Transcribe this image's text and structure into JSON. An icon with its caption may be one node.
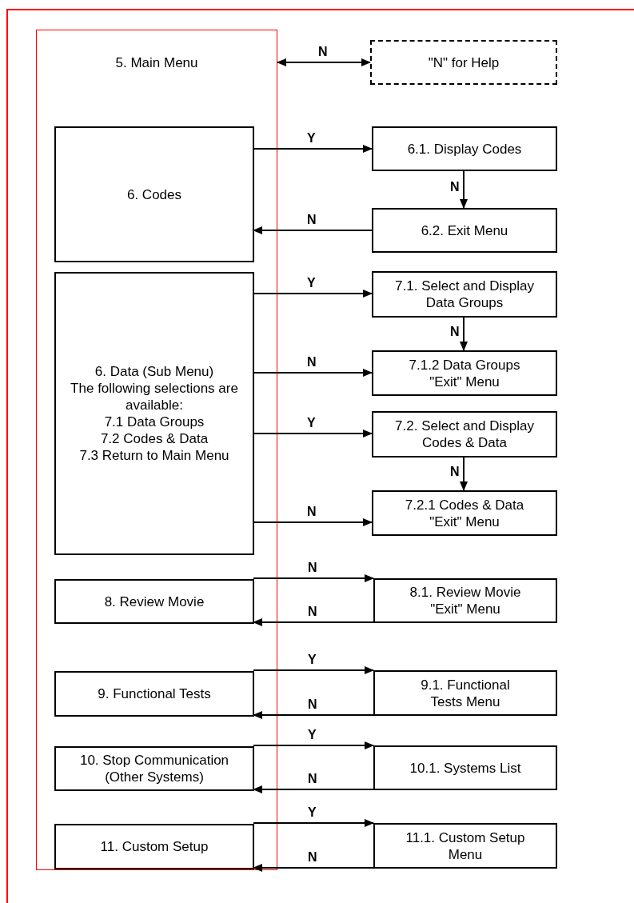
{
  "diagram": {
    "nodes": [
      {
        "text": [
          "5. Main Menu"
        ]
      },
      {
        "text": [
          "\"N\" for Help"
        ]
      },
      {
        "text": [
          "6. Codes"
        ],
        "in": 0
      },
      {
        "text": [
          "6.1. Display Codes"
        ]
      },
      {
        "text": [
          "6.2. Exit Menu"
        ]
      },
      {
        "text": [
          "6. Data (Sub Menu)",
          "The following selections are available:",
          "7.1 Data Groups",
          "7.2 Codes & Data",
          "7.3 Return to Main Menu"
        ],
        "in": 0
      },
      {
        "text": [
          "7.1. Select and Display Data Groups"
        ]
      },
      {
        "text": [
          "7.1.2 Data Groups \"Exit\" Menu"
        ]
      },
      {
        "text": [
          "7.2. Select and Display Codes & Data"
        ]
      },
      {
        "text": [
          "7.2.1 Codes & Data \"Exit\" Menu"
        ]
      },
      {
        "text": [
          "8. Review Movie"
        ],
        "in": 0
      },
      {
        "text": [
          "8.1. Review Movie \"Exit\" Menu"
        ]
      },
      {
        "text": [
          "9. Functional Tests"
        ],
        "in": 0
      },
      {
        "text": [
          "9.1. Functional Tests Menu"
        ]
      },
      {
        "text": [
          "10. Stop Communication (Other Systems)"
        ],
        "in": 0
      },
      {
        "text": [
          "10.1. Systems List"
        ]
      },
      {
        "text": [
          "11. Custom Setup"
        ],
        "in": 0
      },
      {
        "text": [
          "11.1. Custom Setup Menu"
        ]
      }
    ],
    "edges": [
      {
        "from": 0,
        "to": 1,
        "arrow": "both",
        "label": "N"
      },
      {
        "from": 2,
        "to": 3,
        "arrow": "to",
        "label": "Y"
      },
      {
        "from": 3,
        "to": 4,
        "arrow": "to",
        "label": "N"
      },
      {
        "from": 4,
        "to": 2,
        "arrow": "to",
        "label": "N"
      },
      {
        "from": 5,
        "to": 6,
        "arrow": "to",
        "label": "Y"
      },
      {
        "from": 6,
        "to": 7,
        "arrow": "to",
        "label": "N"
      },
      {
        "from": 5,
        "to": 7,
        "arrow": "to",
        "label": "N"
      },
      {
        "from": 5,
        "to": 8,
        "arrow": "to",
        "label": "Y"
      },
      {
        "from": 8,
        "to": 9,
        "arrow": "to",
        "label": "N"
      },
      {
        "from": 5,
        "to": 9,
        "arrow": "to",
        "label": "N"
      },
      {
        "from": 10,
        "to": 11,
        "arrow": "to",
        "label": "N"
      },
      {
        "from": 11,
        "to": 10,
        "arrow": "to",
        "label": "N"
      },
      {
        "from": 12,
        "to": 13,
        "arrow": "to",
        "label": "Y"
      },
      {
        "from": 13,
        "to": 12,
        "arrow": "to",
        "label": "N"
      },
      {
        "from": 14,
        "to": 15,
        "arrow": "to",
        "label": "Y"
      },
      {
        "from": 15,
        "to": 14,
        "arrow": "to",
        "label": "N"
      },
      {
        "from": 16,
        "to": 17,
        "arrow": "to",
        "label": "Y"
      },
      {
        "from": 17,
        "to": 16,
        "arrow": "to",
        "label": "N"
      }
    ]
  }
}
